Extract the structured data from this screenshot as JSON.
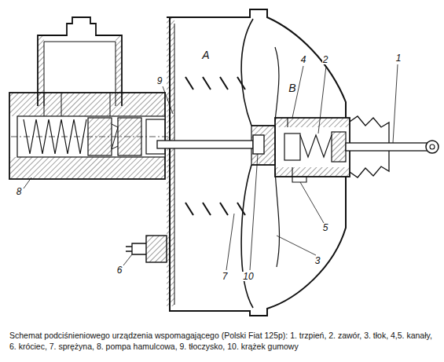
{
  "diagram": {
    "caption": "Schemat podciśnieniowego urządzenia wspomagającego (Polski Fiat 125p): 1. trzpień, 2. zawór, 3. tłok, 4,5. kanały, 6. króciec, 7. sprężyna, 8. pompa hamulcowa, 9. tłoczysko, 10. krążek gumowy",
    "labels": [
      "9",
      "A",
      "4",
      "2",
      "B",
      "1",
      "8",
      "6",
      "7",
      "10",
      "3",
      "5"
    ]
  }
}
